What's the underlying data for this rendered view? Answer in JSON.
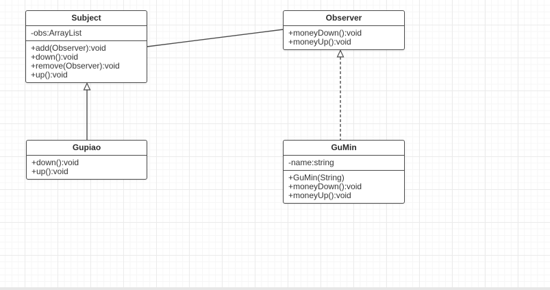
{
  "diagram": {
    "kind": "uml-class-diagram",
    "pattern": "Observer"
  },
  "colors": {
    "canvas_bg": "#ffffff",
    "grid_minor": "#f6f6f6",
    "grid_major": "#ebebeb",
    "box_bg": "#ffffff",
    "stroke": "#4a4a4a",
    "title_text": "#2b2b2b",
    "member_text": "#333333",
    "bottom_edge": "#e7e7e7"
  },
  "classes": [
    {
      "name": "Subject",
      "attributes": [
        "-obs:ArrayList"
      ],
      "methods": [
        "+add(Observer):void",
        "+down():void",
        "+remove(Observer):void",
        "+up():void"
      ]
    },
    {
      "name": "Observer",
      "attributes": [],
      "methods": [
        "+moneyDown():void",
        "+moneyUp():void"
      ]
    },
    {
      "name": "Gupiao",
      "attributes": [],
      "methods": [
        "+down():void",
        "+up():void"
      ]
    },
    {
      "name": "GuMin",
      "attributes": [
        "-name:string"
      ],
      "methods": [
        "+GuMin(String)",
        "+moneyDown():void",
        "+moneyUp():void"
      ]
    }
  ],
  "connectors": [
    {
      "type": "association",
      "from": "Subject",
      "to": "Observer",
      "line": "solid",
      "arrow": "none"
    },
    {
      "type": "generalization",
      "from": "Gupiao",
      "to": "Subject",
      "line": "solid",
      "arrow": "hollow-triangle"
    },
    {
      "type": "realization",
      "from": "GuMin",
      "to": "Observer",
      "line": "dashed",
      "arrow": "hollow-triangle"
    }
  ]
}
